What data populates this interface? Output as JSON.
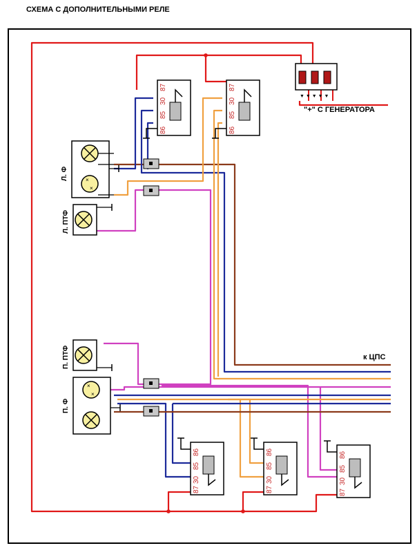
{
  "title": "СХЕМА С ДОПОЛНИТЕЛЬНЫМИ РЕЛЕ",
  "labels": {
    "generator": "\"+\" С ГЕНЕРАТОРА",
    "cps": "к ЦПС",
    "left_headlight": "Л. Ф",
    "left_fog": "Л. ПТФ",
    "right_fog": "П. ПТФ",
    "right_headlight": "П. Ф"
  },
  "relay_pins": {
    "p86": "86",
    "p85": "85",
    "p30": "30",
    "p87": "87"
  },
  "colors": {
    "power": "#e01818",
    "brown": "#8b3a1a",
    "blue": "#1c2a9a",
    "orange": "#f0a040",
    "magenta": "#d040c0",
    "frame": "#000000",
    "lamp": "#f8f0a0",
    "relay_coil": "#bdbdbd",
    "connector": "#c8c8c8"
  }
}
